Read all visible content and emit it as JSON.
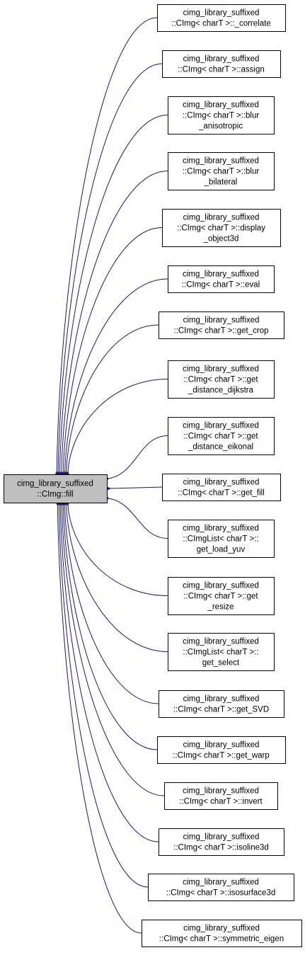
{
  "colors": {
    "edge": "#191970",
    "node_border": "#000000",
    "node_fill": "#ffffff",
    "root_fill": "#bfbfbf"
  },
  "root": {
    "lines": [
      "cimg_library_suffixed",
      "::CImg::fill"
    ]
  },
  "callers": [
    {
      "lines": [
        "cimg_library_suffixed",
        "::CImg< charT >::_correlate"
      ]
    },
    {
      "lines": [
        "cimg_library_suffixed",
        "::CImg< charT >::assign"
      ]
    },
    {
      "lines": [
        "cimg_library_suffixed",
        "::CImg< charT >::blur",
        "_anisotropic"
      ]
    },
    {
      "lines": [
        "cimg_library_suffixed",
        "::CImg< charT >::blur",
        "_bilateral"
      ]
    },
    {
      "lines": [
        "cimg_library_suffixed",
        "::CImg< charT >::display",
        "_object3d"
      ]
    },
    {
      "lines": [
        "cimg_library_suffixed",
        "::CImg< charT >::eval"
      ]
    },
    {
      "lines": [
        "cimg_library_suffixed",
        "::CImg< charT >::get_crop"
      ]
    },
    {
      "lines": [
        "cimg_library_suffixed",
        "::CImg< charT >::get",
        "_distance_dijkstra"
      ]
    },
    {
      "lines": [
        "cimg_library_suffixed",
        "::CImg< charT >::get",
        "_distance_eikonal"
      ]
    },
    {
      "lines": [
        "cimg_library_suffixed",
        "::CImg< charT >::get_fill"
      ]
    },
    {
      "lines": [
        "cimg_library_suffixed",
        "::CImgList< charT >::",
        "get_load_yuv"
      ]
    },
    {
      "lines": [
        "cimg_library_suffixed",
        "::CImg< charT >::get",
        "_resize"
      ]
    },
    {
      "lines": [
        "cimg_library_suffixed",
        "::CImgList< charT >::",
        "get_select"
      ]
    },
    {
      "lines": [
        "cimg_library_suffixed",
        "::CImg< charT >::get_SVD"
      ]
    },
    {
      "lines": [
        "cimg_library_suffixed",
        "::CImg< charT >::get_warp"
      ]
    },
    {
      "lines": [
        "cimg_library_suffixed",
        "::CImg< charT >::invert"
      ]
    },
    {
      "lines": [
        "cimg_library_suffixed",
        "::CImg< charT >::isoline3d"
      ]
    },
    {
      "lines": [
        "cimg_library_suffixed",
        "::CImg< charT >::isosurface3d"
      ]
    },
    {
      "lines": [
        "cimg_library_suffixed",
        "::CImg< charT >::symmetric_eigen"
      ]
    }
  ]
}
